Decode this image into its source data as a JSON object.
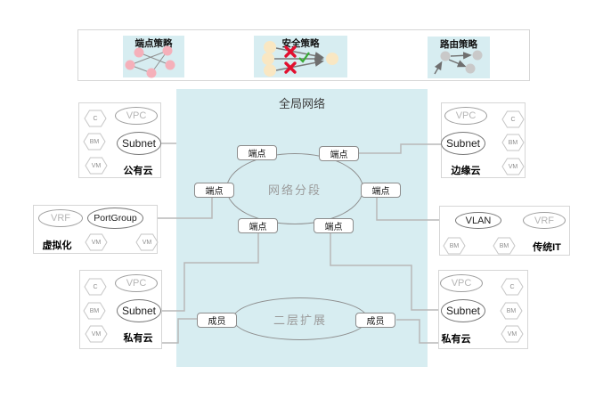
{
  "policies": {
    "items": [
      {
        "label": "端点策略"
      },
      {
        "label": "安全策略"
      },
      {
        "label": "路由策略"
      }
    ]
  },
  "global_network": {
    "title": "全局网络",
    "segment": "网络分段",
    "layer2": "二层扩展",
    "endpoints": [
      "端点",
      "端点",
      "端点",
      "端点",
      "端点",
      "端点"
    ],
    "members": [
      "成员",
      "成员"
    ]
  },
  "clouds": {
    "public": {
      "name": "公有云",
      "vpc": "VPC",
      "subnet": "Subnet",
      "hexes": [
        "C",
        "BM",
        "VM"
      ]
    },
    "edge": {
      "name": "边缘云",
      "vpc": "VPC",
      "subnet": "Subnet",
      "hexes": [
        "C",
        "BM",
        "VM"
      ]
    },
    "virtualization": {
      "name": "虚拟化",
      "vrf": "VRF",
      "portgroup": "PortGroup",
      "hexes": [
        "VM",
        "VM"
      ]
    },
    "legacy_it": {
      "name": "传统IT",
      "vlan": "VLAN",
      "vrf": "VRF",
      "hexes": [
        "BM",
        "BM"
      ]
    },
    "private_left": {
      "name": "私有云",
      "vpc": "VPC",
      "subnet": "Subnet",
      "hexes": [
        "C",
        "BM",
        "VM"
      ]
    },
    "private_right": {
      "name": "私有云",
      "vpc": "VPC",
      "subnet": "Subnet",
      "hexes": [
        "C",
        "BM",
        "VM"
      ]
    }
  },
  "colors": {
    "panel_bg": "#d7edf1",
    "endpoint_pink": "#f5b0ba",
    "security_cream": "#f9e7c3",
    "routing_gray": "#c9c9c9",
    "deny_red": "#e20f2f",
    "allow_green": "#3aaa35"
  }
}
